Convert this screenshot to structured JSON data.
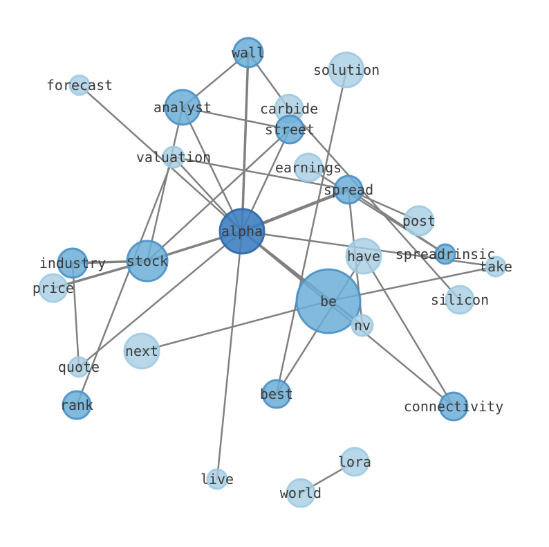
{
  "graph": {
    "colors": {
      "edge": "#808080",
      "light_fill": "#a6cee3",
      "light_stroke": "#9ecae1",
      "mid_fill": "#6baed6",
      "mid_stroke": "#4a90c7",
      "dark_fill": "#3f7fc0",
      "dark_stroke": "#2b66a8",
      "label": "#3a3a3a"
    },
    "nodes": [
      {
        "id": "wall",
        "label": "wall",
        "tone": "mid"
      },
      {
        "id": "solution",
        "label": "solution",
        "tone": "light"
      },
      {
        "id": "forecast",
        "label": "forecast",
        "tone": "light"
      },
      {
        "id": "analyst",
        "label": "analyst",
        "tone": "mid"
      },
      {
        "id": "carbide",
        "label": "carbide",
        "tone": "light"
      },
      {
        "id": "street",
        "label": "street",
        "tone": "mid"
      },
      {
        "id": "valuation",
        "label": "valuation",
        "tone": "light"
      },
      {
        "id": "earnings",
        "label": "earnings",
        "tone": "light"
      },
      {
        "id": "spread",
        "label": "spread",
        "tone": "mid"
      },
      {
        "id": "post",
        "label": "post",
        "tone": "light"
      },
      {
        "id": "alpha",
        "label": "alpha",
        "tone": "dark"
      },
      {
        "id": "spreadrinsic",
        "label": "spreadrinsic",
        "tone": "mid"
      },
      {
        "id": "industry",
        "label": "industry",
        "tone": "mid"
      },
      {
        "id": "stock",
        "label": "stock",
        "tone": "mid"
      },
      {
        "id": "have",
        "label": "have",
        "tone": "light"
      },
      {
        "id": "take",
        "label": "take",
        "tone": "light"
      },
      {
        "id": "price",
        "label": "price",
        "tone": "light"
      },
      {
        "id": "silicon",
        "label": "silicon",
        "tone": "light"
      },
      {
        "id": "be",
        "label": "be",
        "tone": "mid"
      },
      {
        "id": "nv",
        "label": "nv",
        "tone": "light"
      },
      {
        "id": "next",
        "label": "next",
        "tone": "light"
      },
      {
        "id": "quote",
        "label": "quote",
        "tone": "light"
      },
      {
        "id": "best",
        "label": "best",
        "tone": "mid"
      },
      {
        "id": "rank",
        "label": "rank",
        "tone": "mid"
      },
      {
        "id": "connectivity",
        "label": "connectivity",
        "tone": "mid"
      },
      {
        "id": "lora",
        "label": "lora",
        "tone": "light"
      },
      {
        "id": "live",
        "label": "live",
        "tone": "light"
      },
      {
        "id": "world",
        "label": "world",
        "tone": "light"
      }
    ],
    "edges": [
      {
        "source": "alpha",
        "target": "wall",
        "weight": 2
      },
      {
        "source": "alpha",
        "target": "analyst",
        "weight": 1
      },
      {
        "source": "alpha",
        "target": "street",
        "weight": 1
      },
      {
        "source": "alpha",
        "target": "spread",
        "weight": 3
      },
      {
        "source": "alpha",
        "target": "stock",
        "weight": 2
      },
      {
        "source": "alpha",
        "target": "forecast",
        "weight": 1
      },
      {
        "source": "alpha",
        "target": "valuation",
        "weight": 1
      },
      {
        "source": "alpha",
        "target": "take",
        "weight": 1
      },
      {
        "source": "alpha",
        "target": "nv",
        "weight": 2
      },
      {
        "source": "alpha",
        "target": "connectivity",
        "weight": 1
      },
      {
        "source": "alpha",
        "target": "quote",
        "weight": 1
      },
      {
        "source": "alpha",
        "target": "live",
        "weight": 1
      },
      {
        "source": "wall",
        "target": "analyst",
        "weight": 1
      },
      {
        "source": "wall",
        "target": "carbide",
        "weight": 1
      },
      {
        "source": "analyst",
        "target": "street",
        "weight": 1
      },
      {
        "source": "analyst",
        "target": "stock",
        "weight": 1
      },
      {
        "source": "carbide",
        "target": "silicon",
        "weight": 1
      },
      {
        "source": "street",
        "target": "stock",
        "weight": 1
      },
      {
        "source": "valuation",
        "target": "spread",
        "weight": 1
      },
      {
        "source": "valuation",
        "target": "rank",
        "weight": 1
      },
      {
        "source": "solution",
        "target": "best",
        "weight": 1
      },
      {
        "source": "earnings",
        "target": "spreadrinsic",
        "weight": 1
      },
      {
        "source": "spread",
        "target": "post",
        "weight": 1
      },
      {
        "source": "spread",
        "target": "spreadrinsic",
        "weight": 1
      },
      {
        "source": "spread",
        "target": "nv",
        "weight": 1
      },
      {
        "source": "have",
        "target": "best",
        "weight": 1
      },
      {
        "source": "have",
        "target": "connectivity",
        "weight": 1
      },
      {
        "source": "stock",
        "target": "industry",
        "weight": 2
      },
      {
        "source": "stock",
        "target": "price",
        "weight": 2
      },
      {
        "source": "industry",
        "target": "quote",
        "weight": 1
      },
      {
        "source": "be",
        "target": "take",
        "weight": 1
      },
      {
        "source": "be",
        "target": "next",
        "weight": 1
      },
      {
        "source": "lora",
        "target": "world",
        "weight": 1
      }
    ]
  }
}
